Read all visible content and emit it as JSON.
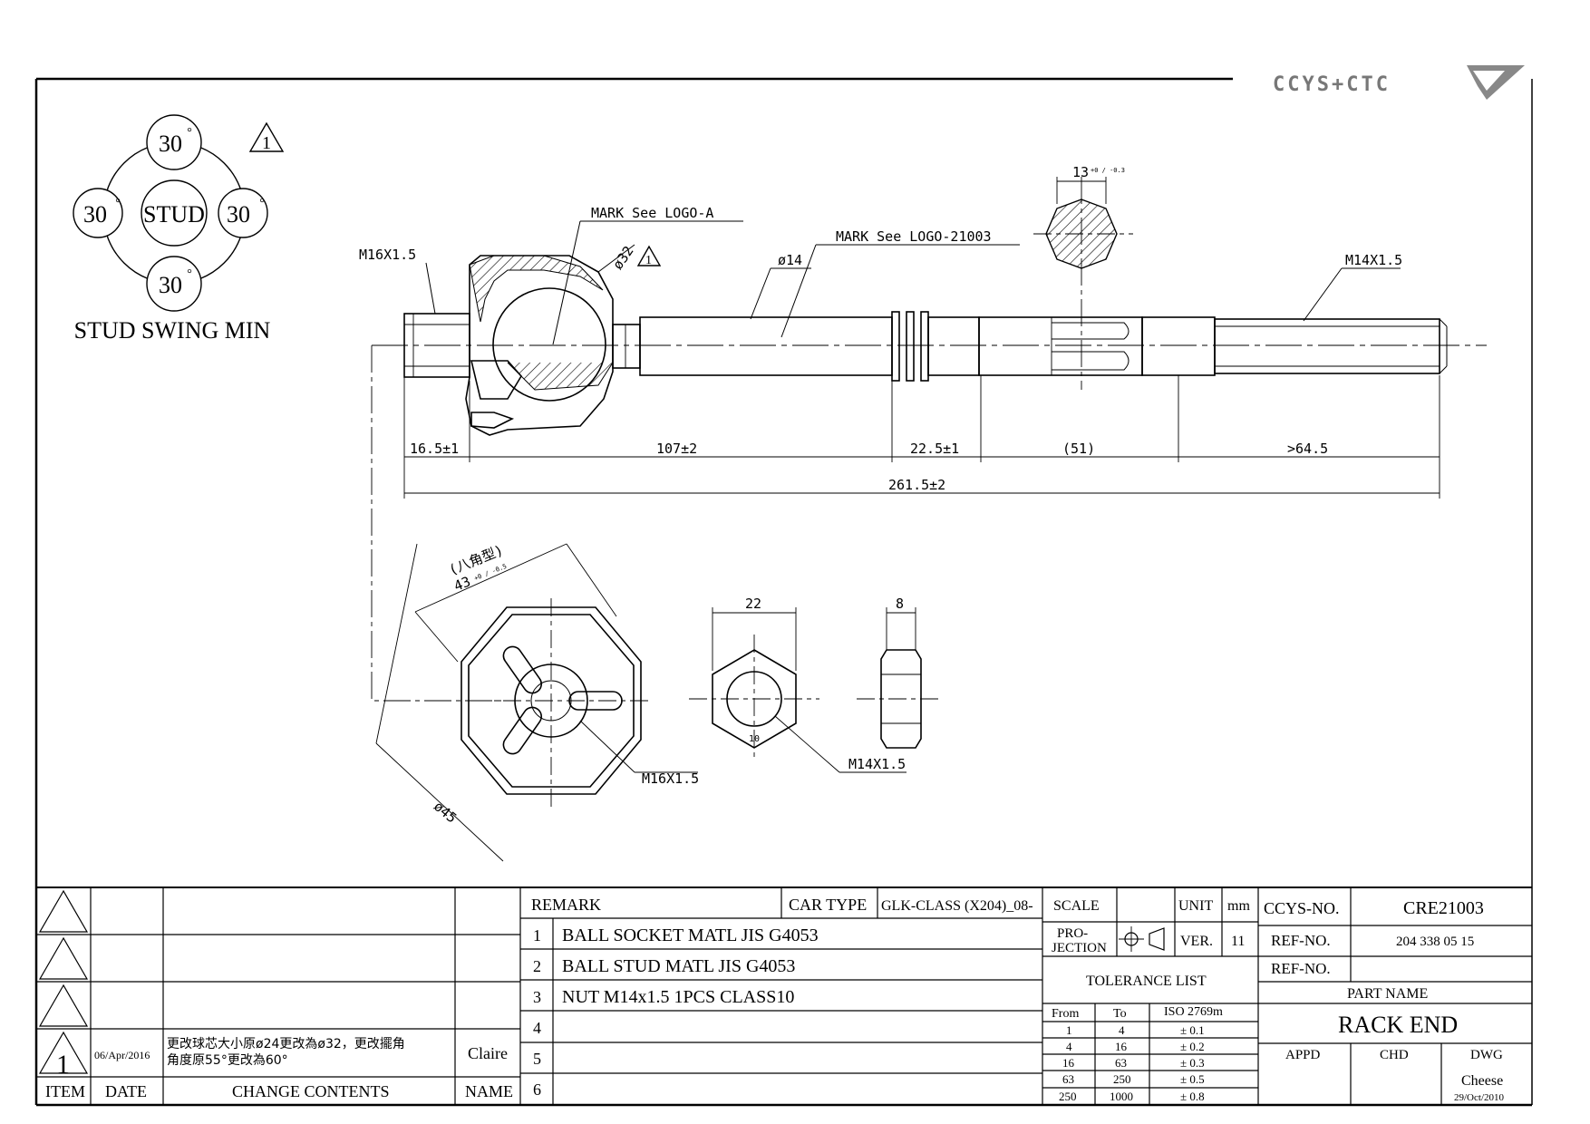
{
  "header": {
    "company_logo_text": "CCYS+CTC"
  },
  "stud_swing": {
    "center_label": "STUD",
    "angle_top": "30",
    "angle_left": "30",
    "angle_right": "30",
    "angle_bottom": "30",
    "degree_mark": "°",
    "caption": "STUD SWING MIN",
    "revision_mark": "1"
  },
  "main_view": {
    "thread_left": "M16X1.5",
    "mark_logo_a": "MARK See LOGO-A",
    "ball_dia": "ø32",
    "revision_mark": "1",
    "shaft_dia": "ø14",
    "mark_logo_b": "MARK See LOGO-21003",
    "hex_width": "13",
    "hex_tol": "+0 / -0.3",
    "thread_right": "M14X1.5",
    "dim_1": "16.5±1",
    "dim_2": "107±2",
    "dim_3": "22.5±1",
    "dim_4": "(51)",
    "dim_5": ">64.5",
    "dim_total": "261.5±2"
  },
  "end_view": {
    "octagon_label": "(八角型)",
    "across_flats": "43",
    "across_flats_tol": "+0 / -0.5",
    "outer_dia": "ø45",
    "thread": "M16X1.5"
  },
  "nut_views": {
    "width": "22",
    "thickness": "8",
    "class_mark": "10",
    "thread": "M14X1.5"
  },
  "revision_table": {
    "rows": [
      {
        "item": "",
        "date": "",
        "change": "",
        "name": ""
      },
      {
        "item": "",
        "date": "",
        "change": "",
        "name": ""
      },
      {
        "item": "",
        "date": "",
        "change": "",
        "name": ""
      },
      {
        "item": "1",
        "date": "06/Apr/2016",
        "change_line1": "更改球芯大小原ø24更改為ø32，更改擺角",
        "change_line2": "角度原55°更改為60°",
        "name": "Claire"
      }
    ],
    "headers": {
      "item": "ITEM",
      "date": "DATE",
      "change": "CHANGE CONTENTS",
      "name": "NAME"
    }
  },
  "remarks": {
    "header": "REMARK",
    "car_type_label": "CAR TYPE",
    "car_type_value": "GLK-CLASS (X204)_08-",
    "items": [
      {
        "no": "1",
        "text": "BALL SOCKET MATL JIS G4053"
      },
      {
        "no": "2",
        "text": "BALL STUD MATL JIS G4053"
      },
      {
        "no": "3",
        "text": "NUT M14x1.5 1PCS CLASS10"
      },
      {
        "no": "4",
        "text": ""
      },
      {
        "no": "5",
        "text": ""
      },
      {
        "no": "6",
        "text": ""
      }
    ]
  },
  "info": {
    "scale_label": "SCALE",
    "scale_value": "",
    "unit_label": "UNIT",
    "unit_value": "mm",
    "projection_label_1": "PRO-",
    "projection_label_2": "JECTION",
    "ver_label": "VER.",
    "ver_value": "11",
    "tolerance_title": "TOLERANCE LIST",
    "tol_headers": {
      "from": "From",
      "to": "To",
      "iso": "ISO 2769m"
    },
    "tol_rows": [
      {
        "from": "1",
        "to": "4",
        "tol": "± 0.1"
      },
      {
        "from": "4",
        "to": "16",
        "tol": "± 0.2"
      },
      {
        "from": "16",
        "to": "63",
        "tol": "± 0.3"
      },
      {
        "from": "63",
        "to": "250",
        "tol": "± 0.5"
      },
      {
        "from": "250",
        "to": "1000",
        "tol": "± 0.8"
      }
    ]
  },
  "title_block": {
    "ccys_no_label": "CCYS-NO.",
    "ccys_no_value": "CRE21003",
    "ref_no_label_1": "REF-NO.",
    "ref_no_value_1": "204 338 05 15",
    "ref_no_label_2": "REF-NO.",
    "ref_no_value_2": "",
    "part_name_label": "PART NAME",
    "part_name_value": "RACK END",
    "appd_label": "APPD",
    "chd_label": "CHD",
    "dwg_label": "DWG",
    "dwg_name": "Cheese",
    "dwg_date": "29/Oct/2010"
  }
}
